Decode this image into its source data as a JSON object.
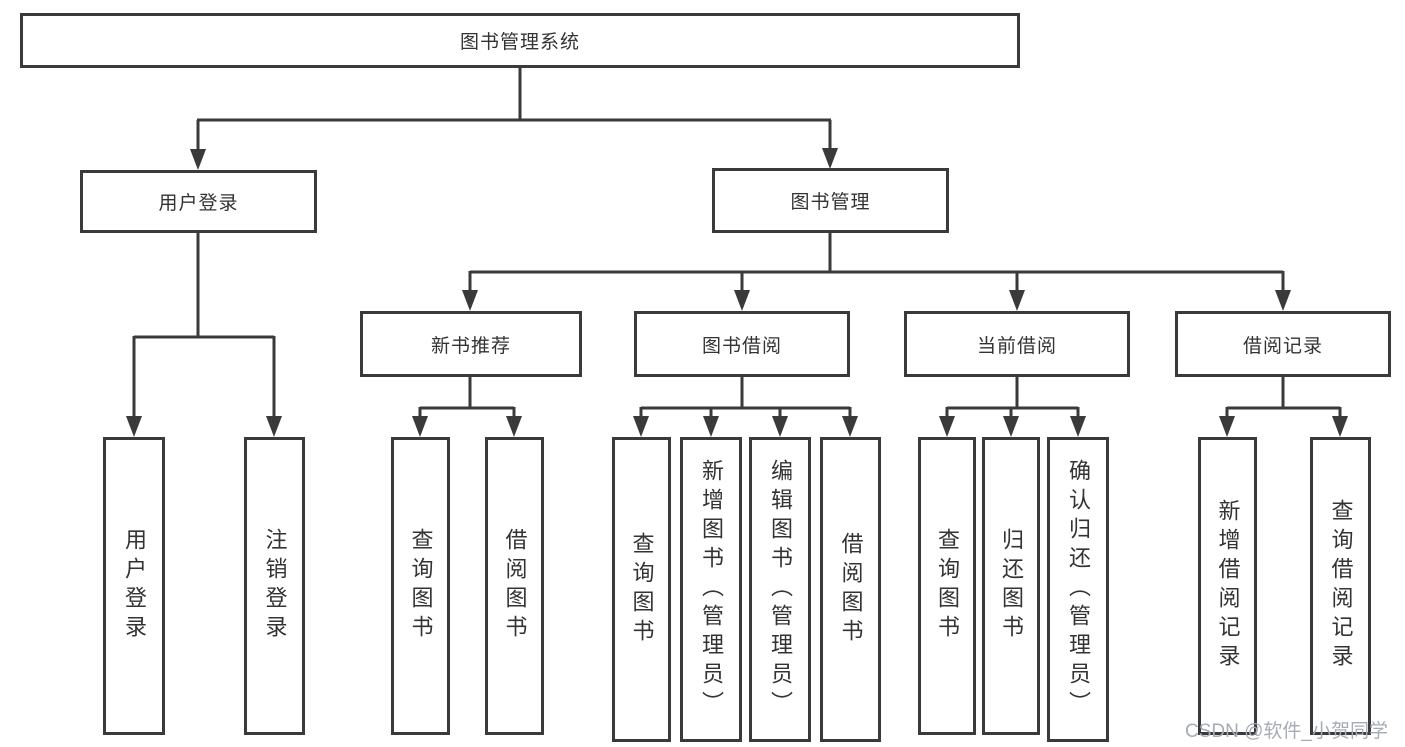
{
  "diagram": {
    "root": "图书管理系统",
    "level2": {
      "user_login": "用户登录",
      "book_management": "图书管理"
    },
    "level3": {
      "new_book_recommendation": "新书推荐",
      "book_borrowing": "图书借阅",
      "current_borrowing": "当前借阅",
      "borrowing_records": "借阅记录"
    },
    "leaves": {
      "user_login": "用户登录",
      "logout": "注销登录",
      "query_books_recommend": "查询图书",
      "borrow_books_recommend": "借阅图书",
      "query_books_borrowing": "查询图书",
      "add_book_admin": "新增图书（管理员）",
      "edit_book_admin": "编辑图书（管理员）",
      "borrow_books_borrowing": "借阅图书",
      "query_books_current": "查询图书",
      "return_books": "归还图书",
      "confirm_return_admin": "确认归还（管理员）",
      "add_borrow_record": "新增借阅记录",
      "query_borrow_record": "查询借阅记录"
    }
  },
  "watermark": "CSDN @软件_小贺同学",
  "colors": {
    "line": "#3a3a3a",
    "box_border": "#3a3a3a",
    "text": "#333333",
    "watermark": "#a6acb5",
    "background": "#ffffff"
  }
}
